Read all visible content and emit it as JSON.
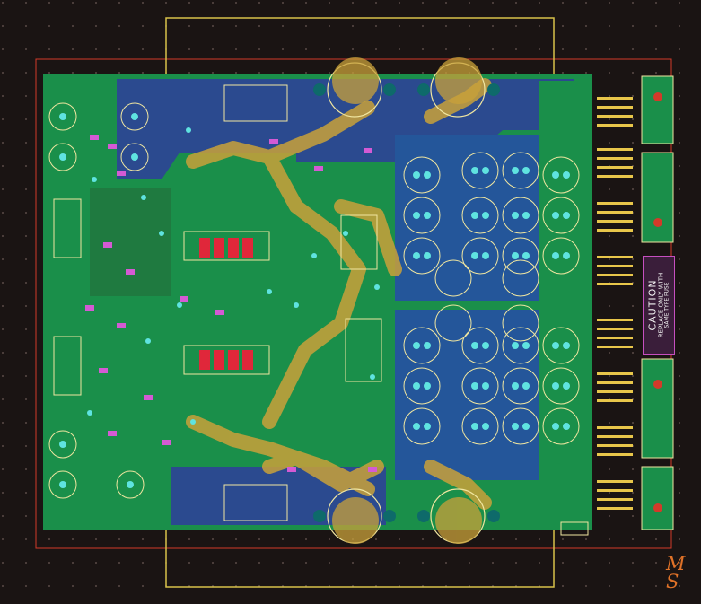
{
  "window": {
    "title": ""
  },
  "colors": {
    "background": "#1a1413",
    "board_outline": "#d33a2a",
    "copper_green": "#1a8f4a",
    "copper_blue": "#2b4a8f",
    "trace_gold": "#c9a13a",
    "silkscreen": "#f0e6a0",
    "pad_cyan": "#5fe3e0",
    "pad_magenta": "#d45ad4",
    "resistor_red": "#e0273a",
    "header_pin": "#e8c64a"
  },
  "silkscreen": {
    "caution_line1": "CAUTION",
    "caution_line2": "REPLACE ONLY WITH",
    "caution_line3": "SAME TYPE FUSE"
  },
  "logo": {
    "text_top": "M",
    "text_bottom": "S"
  },
  "icons": [
    "capacitor-icon",
    "transistor-icon",
    "resistor-icon",
    "header-pin-icon",
    "via-icon"
  ]
}
